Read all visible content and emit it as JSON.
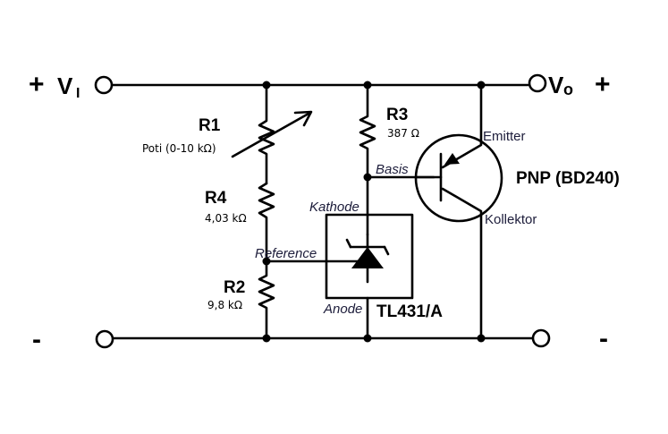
{
  "terminals": {
    "input_plus": "+",
    "input_label_main": "V",
    "input_label_sub": "I",
    "output_label_main": "V",
    "output_label_sub": "o",
    "output_plus": "+",
    "input_minus": "-",
    "output_minus": "-"
  },
  "components": {
    "r1": {
      "name": "R1",
      "value": "Poti (0-10 kΩ)"
    },
    "r4": {
      "name": "R4",
      "value": "4,03 kΩ"
    },
    "r2": {
      "name": "R2",
      "value": "9,8 kΩ"
    },
    "r3": {
      "name": "R3",
      "value": "387 Ω"
    },
    "regulator": {
      "name": "TL431/A",
      "kathode": "Kathode",
      "reference": "Reference",
      "anode": "Anode"
    },
    "transistor": {
      "name": "PNP (BD240)",
      "emitter": "Emitter",
      "basis": "Basis",
      "kollektor": "Kollektor"
    }
  }
}
